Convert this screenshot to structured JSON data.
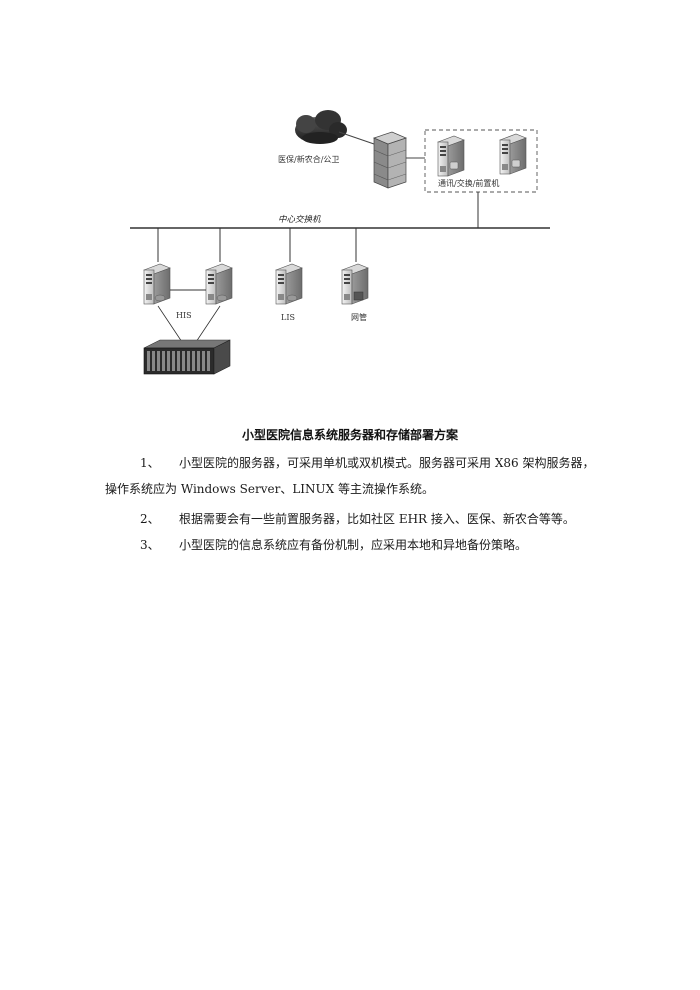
{
  "diagram": {
    "cloud_label": "医保/新农合/公卫",
    "front_group_label": "通讯/交换/前置机",
    "switch_label": "中心交换机",
    "his_label": "HIS",
    "lis_label": "LIS",
    "netmgr_label": "网管"
  },
  "caption": "小型医院信息系统服务器和存储部署方案",
  "items": [
    {
      "num": "1、",
      "text": "小型医院的服务器，可采用单机或双机模式。服务器可采用 X86 架构服务器，",
      "cont": "操作系统应为 Windows Server、LINUX 等主流操作系统。"
    },
    {
      "num": "2、",
      "text": "根据需要会有一些前置服务器，比如社区 EHR 接入、医保、新农合等等。"
    },
    {
      "num": "3、",
      "text": "小型医院的信息系统应有备份机制，应采用本地和异地备份策略。"
    }
  ]
}
